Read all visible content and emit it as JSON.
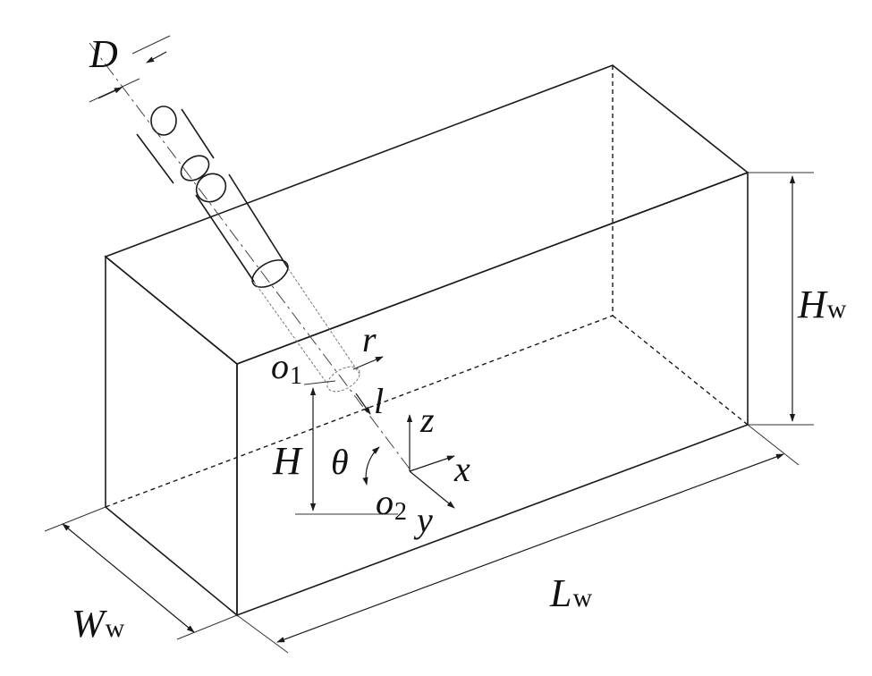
{
  "labels": {
    "pipe_diameter": {
      "symbol": "D"
    },
    "tank_height": {
      "symbol": "H",
      "sub": "w"
    },
    "tank_length": {
      "symbol": "L",
      "sub": "w"
    },
    "tank_width": {
      "symbol": "W",
      "sub": "w"
    },
    "jet_height": {
      "symbol": "H"
    },
    "nozzle_origin": {
      "symbol": "o",
      "sub": "1"
    },
    "impact_origin": {
      "symbol": "o",
      "sub": "2"
    },
    "radius": {
      "symbol": "r"
    },
    "jet_length": {
      "symbol": "l"
    },
    "angle": {
      "symbol": "θ"
    },
    "axis_x": {
      "symbol": "x"
    },
    "axis_y": {
      "symbol": "y"
    },
    "axis_z": {
      "symbol": "z"
    }
  }
}
